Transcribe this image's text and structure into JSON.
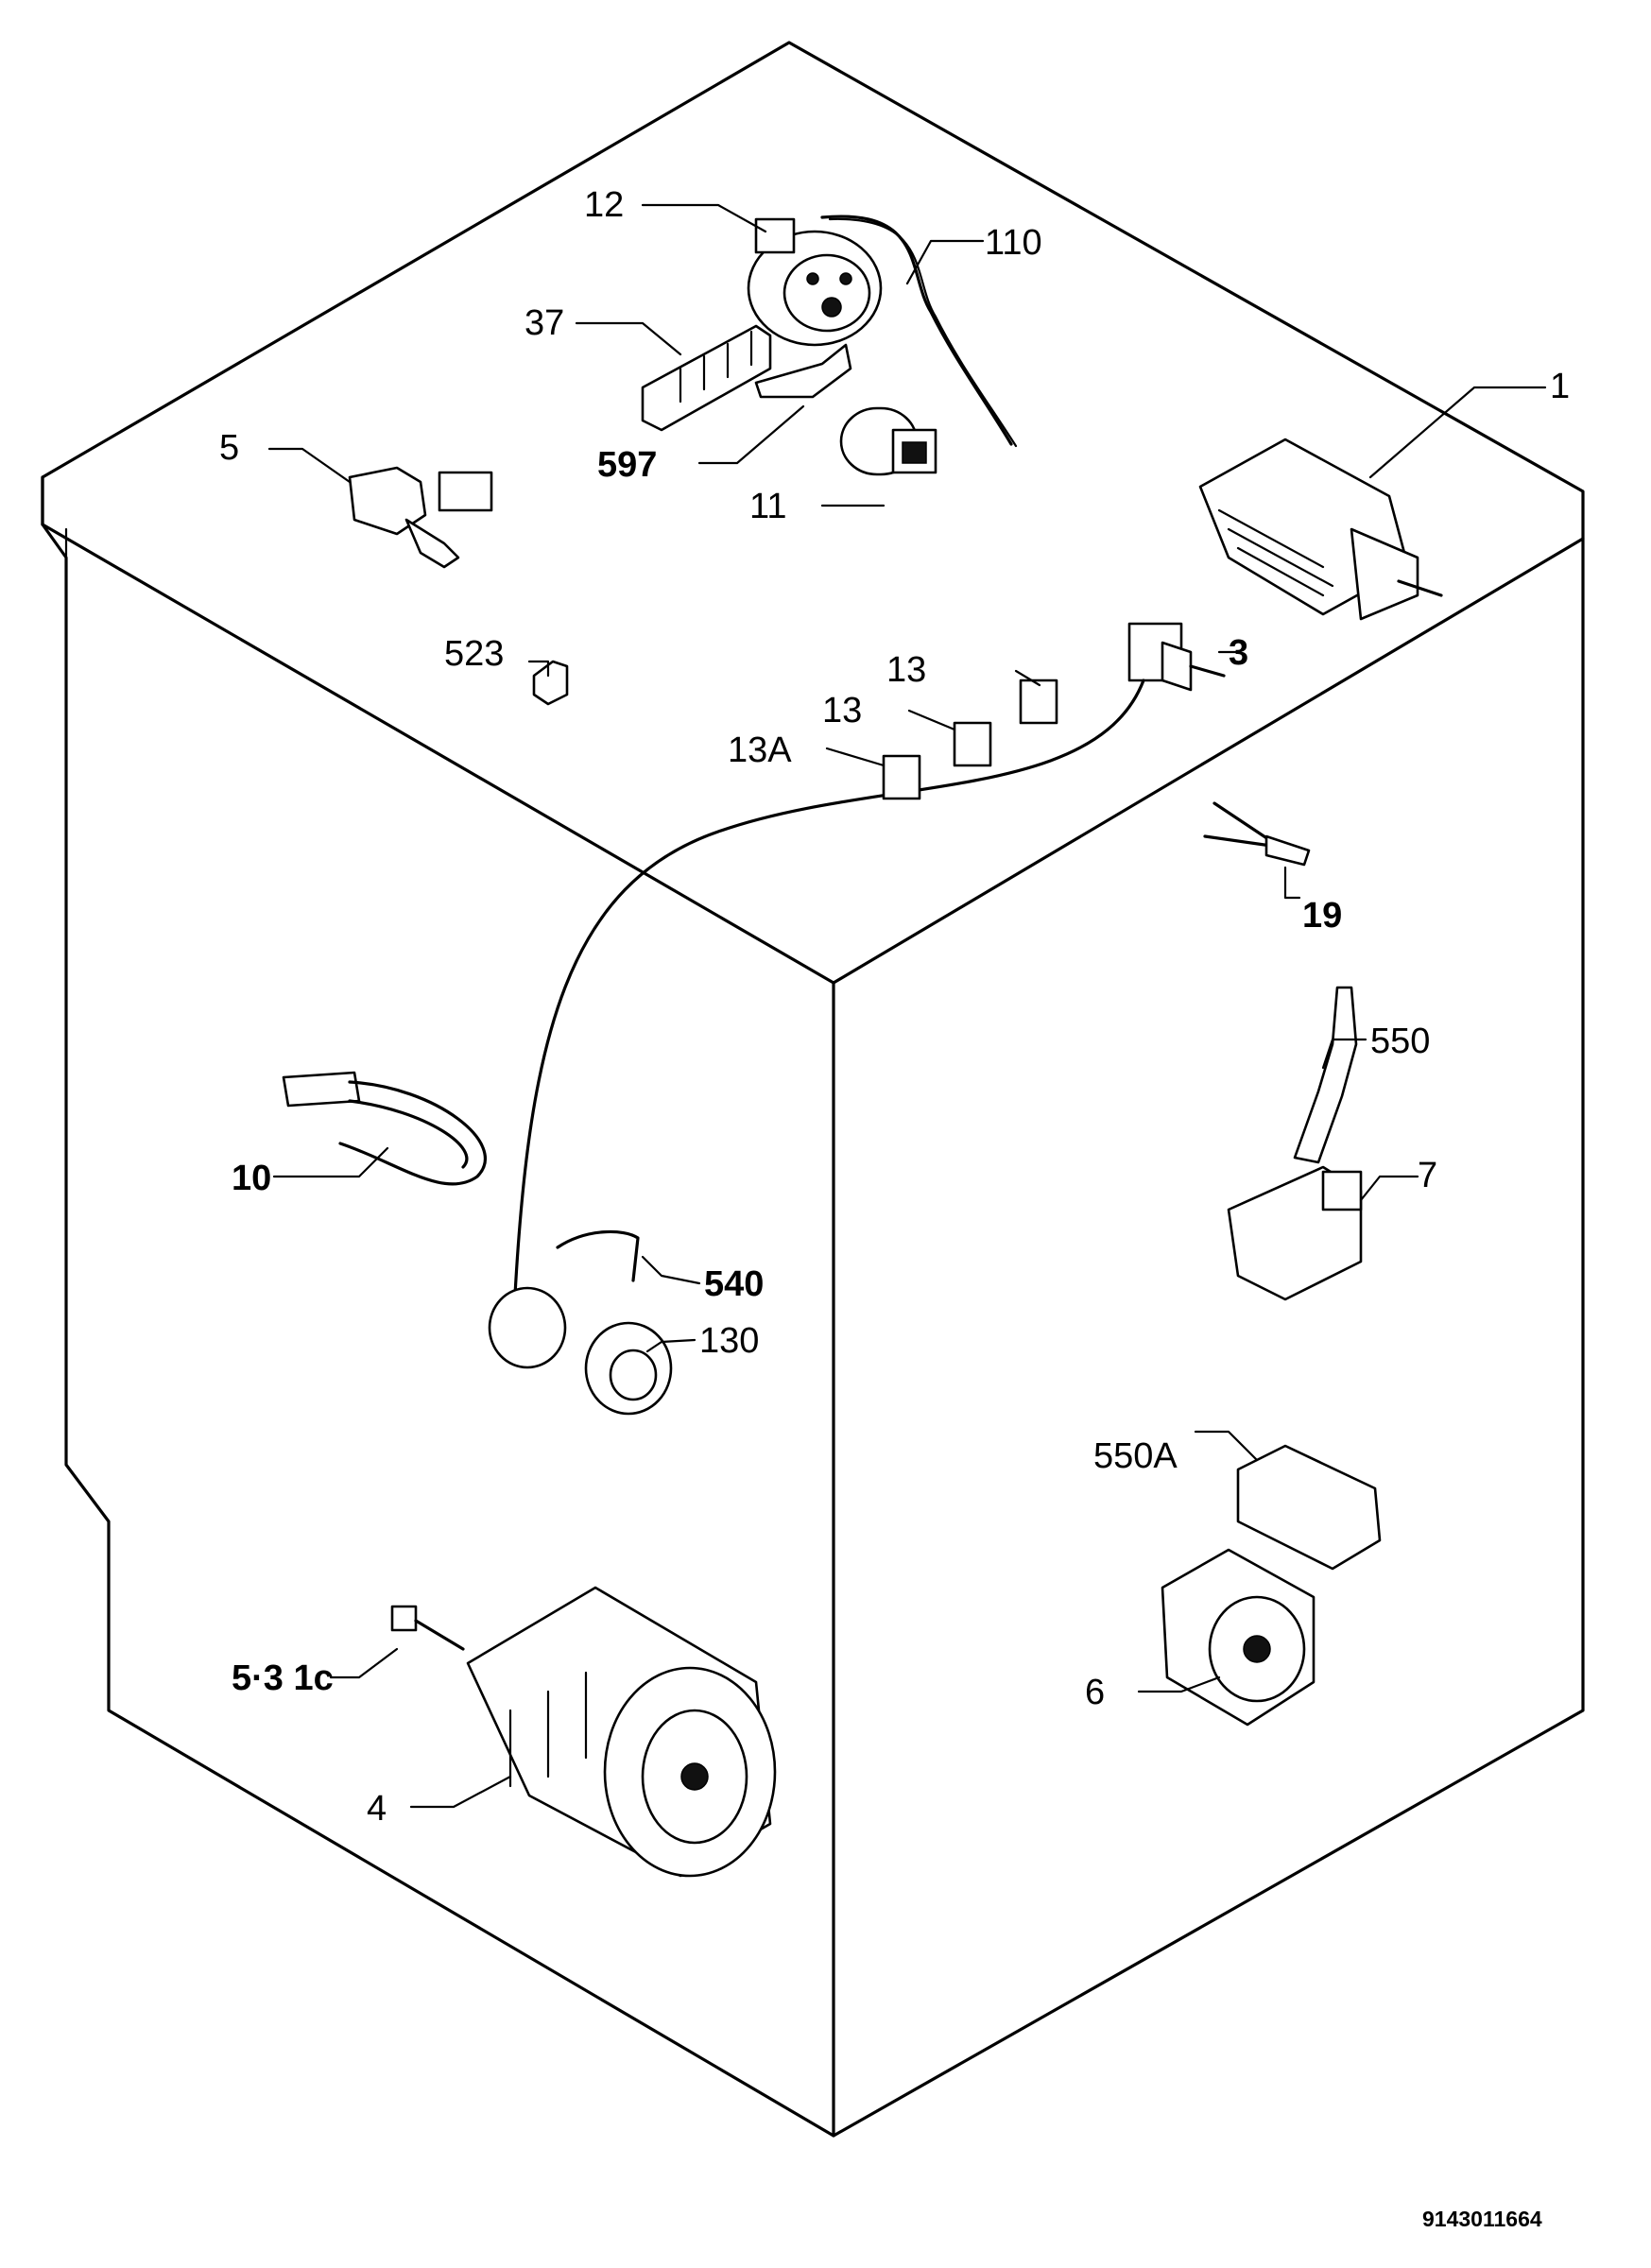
{
  "diagram": {
    "reference_number": "9143011664",
    "parts": [
      {
        "id": "1",
        "label": "1",
        "bold": false
      },
      {
        "id": "3",
        "label": "3",
        "bold": true
      },
      {
        "id": "4",
        "label": "4",
        "bold": false
      },
      {
        "id": "5",
        "label": "5",
        "bold": false
      },
      {
        "id": "6",
        "label": "6",
        "bold": false
      },
      {
        "id": "7",
        "label": "7",
        "bold": false
      },
      {
        "id": "10",
        "label": "10",
        "bold": true
      },
      {
        "id": "11",
        "label": "11",
        "bold": false
      },
      {
        "id": "12",
        "label": "12",
        "bold": false
      },
      {
        "id": "13a",
        "label": "13",
        "bold": false
      },
      {
        "id": "13b",
        "label": "13",
        "bold": false
      },
      {
        "id": "13A",
        "label": "13A",
        "bold": false
      },
      {
        "id": "19",
        "label": "19",
        "bold": false
      },
      {
        "id": "37",
        "label": "37",
        "bold": false
      },
      {
        "id": "110",
        "label": "110",
        "bold": false
      },
      {
        "id": "130",
        "label": "130",
        "bold": false
      },
      {
        "id": "523",
        "label": "523",
        "bold": false
      },
      {
        "id": "531C",
        "label": "5·3 1c",
        "bold": true
      },
      {
        "id": "540",
        "label": "540",
        "bold": true
      },
      {
        "id": "550",
        "label": "550",
        "bold": false
      },
      {
        "id": "550A",
        "label": "550A",
        "bold": false
      },
      {
        "id": "597",
        "label": "597",
        "bold": true
      }
    ]
  }
}
